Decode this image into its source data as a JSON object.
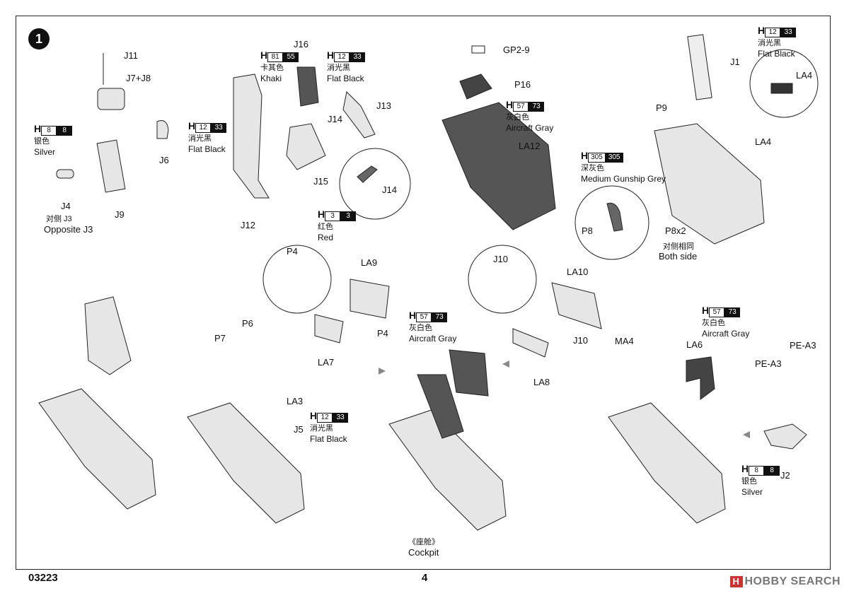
{
  "step_number": "1",
  "labels": {
    "J11": "J11",
    "J7J8": "J7+J8",
    "J6": "J6",
    "J4": "J4",
    "J9": "J9",
    "opposite_cn": "对侧 J3",
    "opposite_en": "Opposite J3",
    "J16": "J16",
    "J14a": "J14",
    "J13": "J13",
    "J14b": "J14",
    "J15": "J15",
    "J12": "J12",
    "GP29": "GP2-9",
    "P16": "P16",
    "LA12": "LA12",
    "J1": "J1",
    "LA4a": "LA4",
    "LA4b": "LA4",
    "P9": "P9",
    "P8": "P8",
    "P8x2": "P8x2",
    "both_cn": "对侧相同",
    "both_en": "Both side",
    "P4a": "P4",
    "LA9": "LA9",
    "P4b": "P4",
    "LA7": "LA7",
    "J10a": "J10",
    "LA10": "LA10",
    "J10b": "J10",
    "LA8": "LA8",
    "P7": "P7",
    "P6": "P6",
    "LA3": "LA3",
    "J5": "J5",
    "MA4": "MA4",
    "LA6": "LA6",
    "PEA3a": "PE-A3",
    "PEA3b": "PE-A3",
    "J2": "J2",
    "cockpit_cn": "《座舱》",
    "cockpit_en": "Cockpit"
  },
  "paints": {
    "silver1": {
      "h": "H",
      "c1": "8",
      "c2": "8",
      "cn": "银色",
      "en": "Silver"
    },
    "khaki": {
      "h": "H",
      "c1": "81",
      "c2": "55",
      "cn": "卡其色",
      "en": "Khaki"
    },
    "flat1": {
      "h": "H",
      "c1": "12",
      "c2": "33",
      "cn": "消光黑",
      "en": "Flat Black"
    },
    "flat2": {
      "h": "H",
      "c1": "12",
      "c2": "33",
      "cn": "消光黑",
      "en": "Flat Black"
    },
    "red": {
      "h": "H",
      "c1": "3",
      "c2": "3",
      "cn": "红色",
      "en": "Red"
    },
    "gray1": {
      "h": "H",
      "c1": "57",
      "c2": "73",
      "cn": "灰白色",
      "en": "Aircraft Gray"
    },
    "flat3": {
      "h": "H",
      "c1": "12",
      "c2": "33",
      "cn": "消光黑",
      "en": "Flat Black"
    },
    "gunship": {
      "h": "H",
      "c1": "305",
      "c2": "305",
      "cn": "深灰色",
      "en": "Medium Gunship Grey"
    },
    "gray2": {
      "h": "H",
      "c1": "57",
      "c2": "73",
      "cn": "灰白色",
      "en": "Aircraft Gray"
    },
    "flat4": {
      "h": "H",
      "c1": "12",
      "c2": "33",
      "cn": "消光黑",
      "en": "Flat Black"
    },
    "gray3": {
      "h": "H",
      "c1": "57",
      "c2": "73",
      "cn": "灰白色",
      "en": "Aircraft Gray"
    },
    "silver2": {
      "h": "H",
      "c1": "8",
      "c2": "8",
      "cn": "银色",
      "en": "Silver"
    }
  },
  "footer": {
    "code": "03223",
    "page": "4"
  },
  "watermark": "HOBBY SEARCH"
}
